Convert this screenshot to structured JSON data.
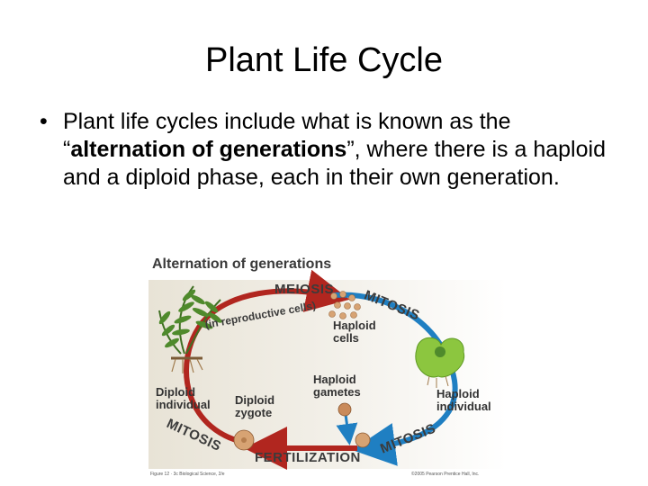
{
  "slide": {
    "title": "Plant Life Cycle",
    "bullet_marker": "•",
    "bullet_pre": "Plant life cycles include what is known as the “",
    "bullet_bold": "alternation of generations",
    "bullet_post": "”, where there is a haploid and a diploid phase, each in their own generation."
  },
  "figure": {
    "title": "Alternation of generations",
    "meiosis": "MEIOSIS",
    "in_reproductive_cells": "(in reproductive cells)",
    "mitosis_top": "MITOSIS",
    "haploid_cells": "Haploid\ncells",
    "haploid_gametes": "Haploid\ngametes",
    "haploid_individual": "Haploid\nindividual",
    "diploid_individual": "Diploid\nindividual",
    "diploid_zygote": "Diploid\nzygote",
    "mitosis_left": "MITOSIS",
    "fertilization": "FERTILIZATION",
    "mitosis_right": "MITOSIS",
    "credit_left": "Figure 12 · 3c  Biological Science, 2/e",
    "credit_right": "©2005 Pearson Prentice Hall, Inc.",
    "colors": {
      "diploid_arrow": "#b1261f",
      "haploid_arrow": "#1f7fc2",
      "fern_green": "#4f8a2c",
      "gametophyte_green": "#8cc63f",
      "cell_tan": "#d7a373"
    }
  }
}
